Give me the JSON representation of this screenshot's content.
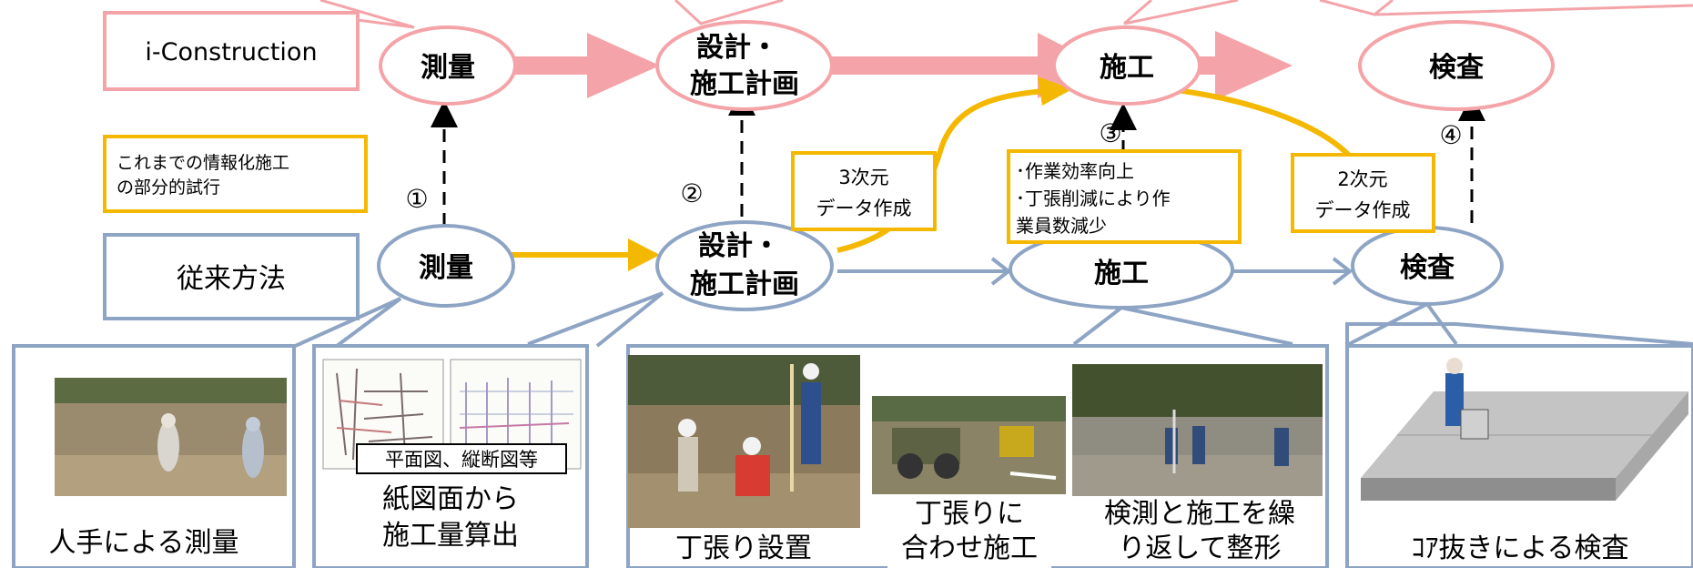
{
  "rows": {
    "i_construction": {
      "label": "i-Construction",
      "color": "#f4a4a8"
    },
    "legacy_trial": {
      "label_line1": "これまでの情報化施工",
      "label_line2": "の部分的試行",
      "color": "#f5b800"
    },
    "conventional": {
      "label": "従来方法",
      "color": "#8ea4c4"
    }
  },
  "top_nodes": {
    "survey": "測量",
    "design_line1": "設計・",
    "design_line2": "施工計画",
    "construction": "施工",
    "inspection": "検査"
  },
  "bottom_nodes": {
    "survey": "測量",
    "design_line1": "設計・",
    "design_line2": "施工計画",
    "construction": "施工",
    "inspection": "検査"
  },
  "steps": {
    "s1": "①",
    "s2": "②",
    "s3": "③",
    "s4": "④"
  },
  "callouts": {
    "data3d_line1": "3次元",
    "data3d_line2": "データ作成",
    "benefit_line1": "･作業効率向上",
    "benefit_line2": "･丁張削減により作",
    "benefit_line3": "業員数減少",
    "data2d_line1": "2次元",
    "data2d_line2": "データ作成"
  },
  "panels": {
    "survey": {
      "caption": "人手による測量"
    },
    "drawings": {
      "tag": "平面図、縦断図等",
      "caption_line1": "紙図面から",
      "caption_line2": "施工量算出"
    },
    "construction": {
      "photo1_caption": "丁張り設置",
      "photo2_caption_line1": "丁張りに",
      "photo2_caption_line2": "合わせ施工",
      "photo3_caption_line1": "検測と施工を繰",
      "photo3_caption_line2": "り返して整形"
    },
    "inspection": {
      "caption": "ｺｱ抜きによる検査"
    }
  }
}
